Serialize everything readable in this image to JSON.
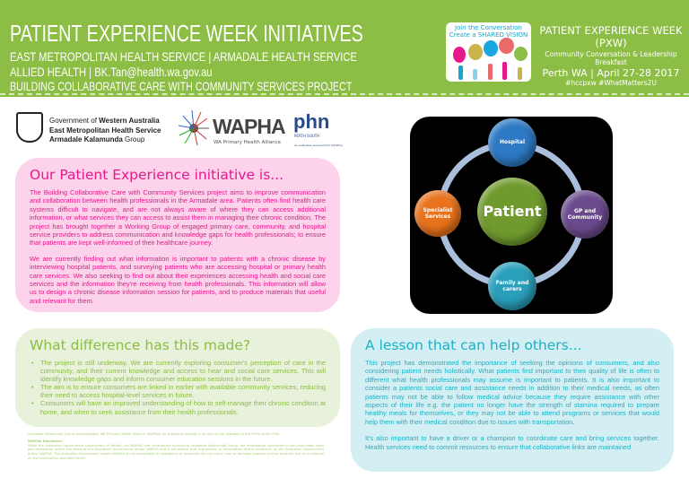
{
  "header": {
    "title": "PATIENT EXPERIENCE WEEK INITIATIVES",
    "line1": "EAST METROPOLITAN HEALTH SERVICE | ARMADALE HEALTH SERVICE",
    "line2": "ALLIED HEALTH | BK.Tan@health.wa.gov.au",
    "line3": "BUILDING COLLABORATIVE CARE WITH COMMUNITY SERVICES PROJECT",
    "logo_text1": "Join the Conversation",
    "logo_text2": "Create a SHARED VISION",
    "event_title": "PATIENT EXPERIENCE WEEK (PXW)",
    "event_sub": "Community Conversation & Leadership Breakfast",
    "event_place": "Perth WA | April 27-28 2017",
    "hashtags": "#hccpxw #WhatMatters2U",
    "color": "#8cbe45"
  },
  "logos": {
    "gov_line1_a": "Government of ",
    "gov_line1_b": "Western Australia",
    "gov_line2": "East Metropolitan Health Service",
    "gov_line3_a": "Armadale Kalamunda",
    "gov_line3_b": " Group",
    "wapha": "WAPHA",
    "wapha_sub": "WA Primary Health Alliance",
    "phn": "phn",
    "phn_sub": "PERTH SOUTH",
    "phn_tag": "An Australian Government Initiative"
  },
  "initiative": {
    "heading": "Our Patient Experience initiative is...",
    "p1": "The Building Collaborative Care with Community Services project aims to improve communication and collaboration between health professionals in the Armadale area. Patients often find health care systems difficult to navigate, and are not always aware of where they can access additional information, or what services they can access to assist them in managing their chronic condition. The project has brought together a Working Group of engaged primary care, community, and hospital service providers to address communication and knowledge gaps for health professionals; to ensure that patients are kept well-informed of their healthcare journey.",
    "p2": "We are currently finding out what information is important to patients with a chronic disease by interviewing hospital patients, and surveying patients who are accessing hospital or primary health care services. We also seeking to find out about their experiences accessing health and social care services and the information they're receiving from health professionals. This information will allow us to design a chronic disease information session for patients, and to produce materials that useful and relevant for them.",
    "color": "#e6198c"
  },
  "diagram": {
    "center": "Patient",
    "nodes": [
      "Hospital",
      "GP and Community",
      "Family and carers",
      "Specialist Services"
    ]
  },
  "difference": {
    "heading": "What difference has this made?",
    "bullets": [
      "The project is still underway. We are currently exploring consumer's perception of care in the community, and their current knowledge and access to hear and social care services. This will identify knowledge gaps and inform consumer education sessions in the future.",
      "The aim is to ensure consumers are linked in earlier with available community services, reducing their need to access hospital-level services in future.",
      "Consumers will have an improved understanding of how to self-manage their chronic condition at home, and when to seek assistance from their health professionals."
    ],
    "color": "#8cbe45"
  },
  "footer": {
    "ack": "Armadale Kalamunda Group acknowledges WA Primary Health Alliance (WAPHA) for providing funding in its role as the operator of the Perth South PHN.",
    "disclaimer_heading": "WAPHA Disclaimer",
    "disclaimer": "While the Australian Government Department of Health, via WAPHA, has contributed funding to Armadale Kalamunda Group, the information contained in this publication does not necessarily reflect the views of the Australian Government and/or WAPHA and is not advice that is provided, or information that is endorsed, by the Australian Government and/or WAPHA. The Australian Government and/or WAPHA is not responsible in negligence or otherwise for any injury, loss or damage however arising from the use of or reliance on the information provided herein."
  },
  "lesson": {
    "heading": "A lesson that can help others...",
    "p1": "This project has demonstrated the importance of seeking the opinions of consumers, and also considering patient needs holistically. What patients find important to their quality of life is often to different what health professionals may assume is important to patients. It is also important to consider a patients social care and assistance needs in addition to their medical needs, as often patients may not be able to follow medical advice because they require assistance with other aspects of their life e.g. the patient no longer have the strength of stamina required to prepare healthy meals for themselves, or they may not be able to attend programs or services that would help them with their medical condition due to issues with transportation.",
    "p2": "It's also important to have a driver or a champion to coordinate care and bring services together. Health services need to commit resources to ensure that collaborative links are maintained",
    "color": "#19b3c6"
  }
}
